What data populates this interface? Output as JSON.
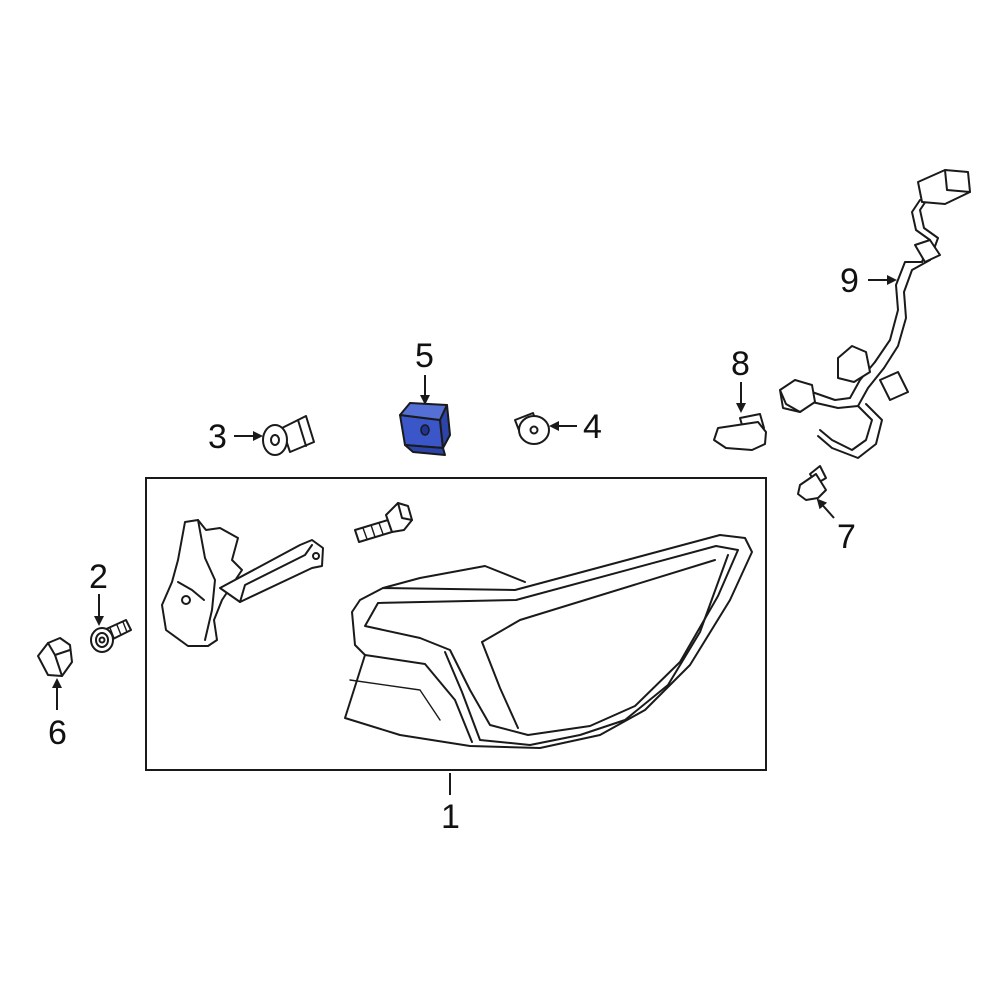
{
  "diagram": {
    "highlight_color": "#3a56c8",
    "outline_color": "#1a1a1a",
    "callouts": [
      {
        "id": "1",
        "label": "1"
      },
      {
        "id": "2",
        "label": "2"
      },
      {
        "id": "3",
        "label": "3"
      },
      {
        "id": "4",
        "label": "4"
      },
      {
        "id": "5",
        "label": "5"
      },
      {
        "id": "6",
        "label": "6"
      },
      {
        "id": "7",
        "label": "7"
      },
      {
        "id": "8",
        "label": "8"
      },
      {
        "id": "9",
        "label": "9"
      }
    ]
  }
}
